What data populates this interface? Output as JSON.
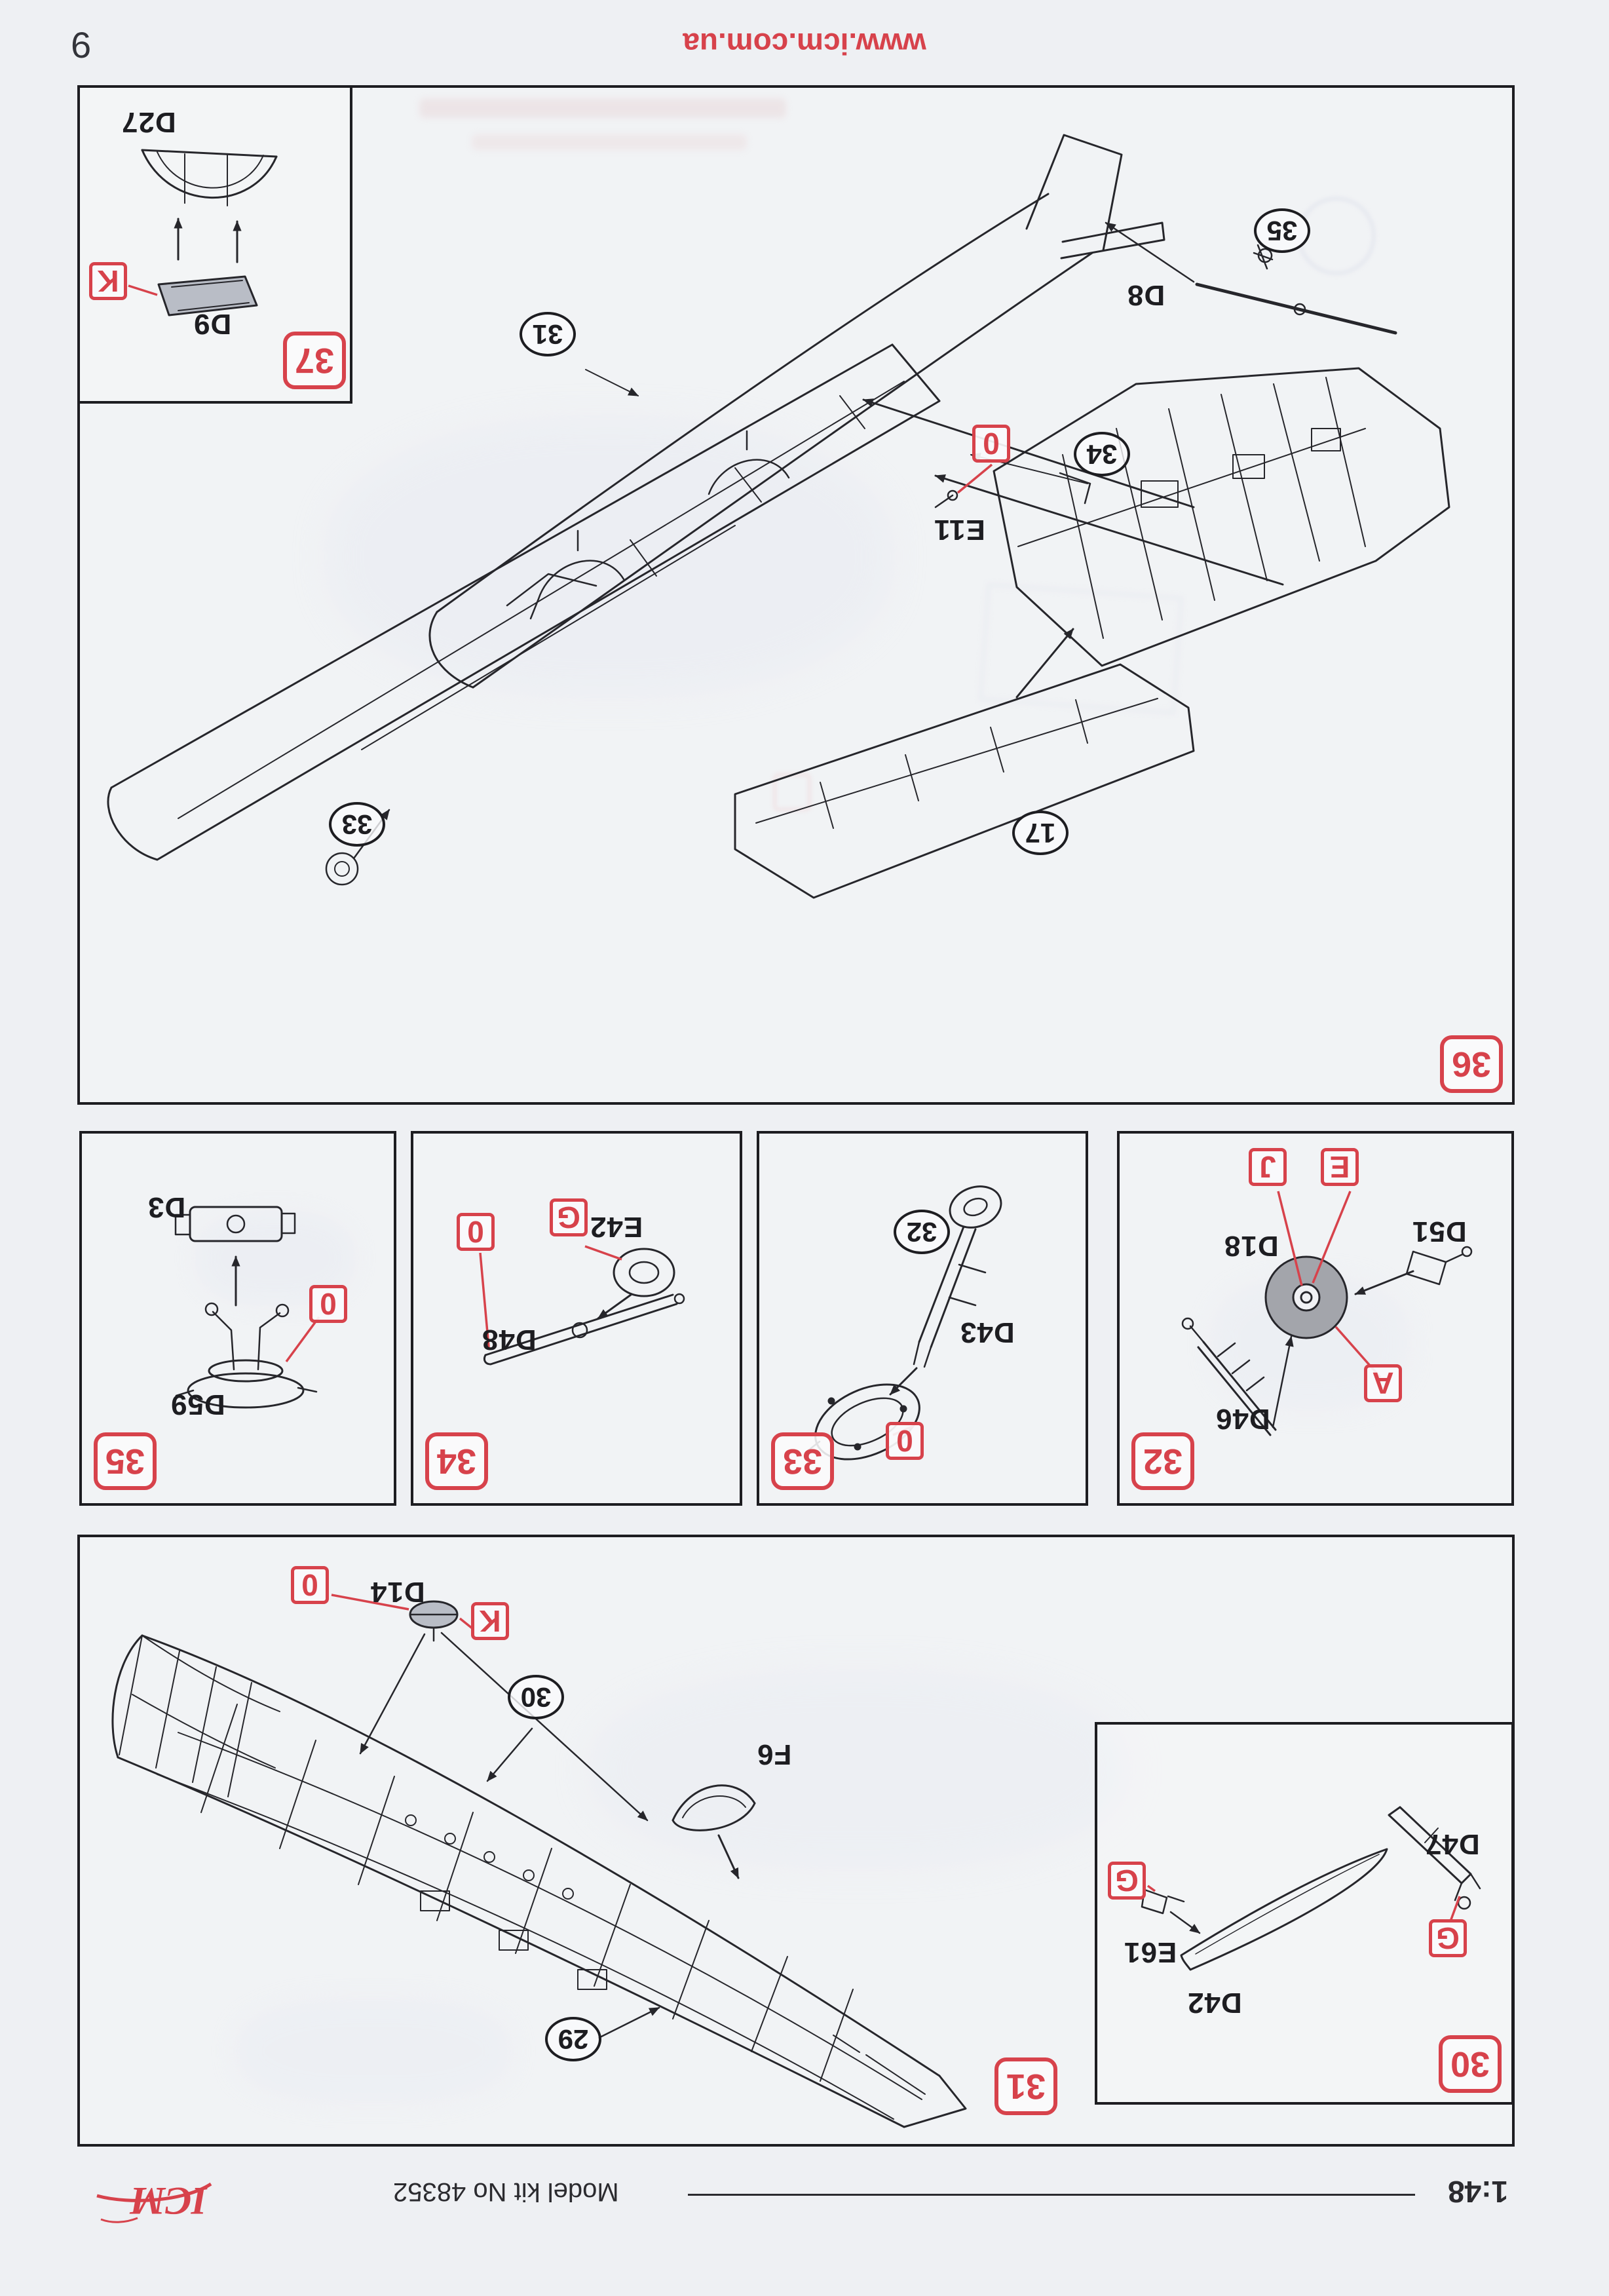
{
  "page": {
    "number": "6",
    "website": "www.icm.com.ua"
  },
  "footer": {
    "scale": "1:48",
    "kit_number": "Model kit No 48352",
    "brand": "ICM"
  },
  "theme": {
    "accent_red": "#d7424b",
    "ink": "#1d1d21",
    "paper": "#eef0f3"
  },
  "steps": {
    "s36": {
      "badge": "36",
      "ref35": "35",
      "ref31": "31",
      "ref34": "34",
      "ref33": "33",
      "ref17": "17",
      "part_d8": "D8",
      "part_e11": "E11",
      "color_zero": "0"
    },
    "s37": {
      "badge": "37",
      "part_d27": "D27",
      "part_d9": "D9",
      "color_k": "K"
    },
    "s35": {
      "badge": "35",
      "part_d3": "D3",
      "part_d59": "D59",
      "color_zero": "0"
    },
    "s34": {
      "badge": "34",
      "part_e42": "E42",
      "part_d48": "D48",
      "color_g": "G",
      "color_zero": "0"
    },
    "s33": {
      "badge": "33",
      "ref32": "32",
      "part_d43": "D43",
      "color_zero": "0"
    },
    "s32": {
      "badge": "32",
      "part_d18": "D18",
      "part_d51": "D51",
      "part_d46": "D46",
      "color_j": "J",
      "color_e": "E",
      "color_a": "A"
    },
    "s31": {
      "badge": "31",
      "ref30": "30",
      "ref29": "29",
      "part_d14": "D14",
      "part_f6": "F6",
      "color_k": "K",
      "color_zero": "0"
    },
    "s30": {
      "badge": "30",
      "part_d47": "D47",
      "part_e61": "E61",
      "part_d42": "D42",
      "color_g_left": "G",
      "color_g_right": "G"
    }
  }
}
